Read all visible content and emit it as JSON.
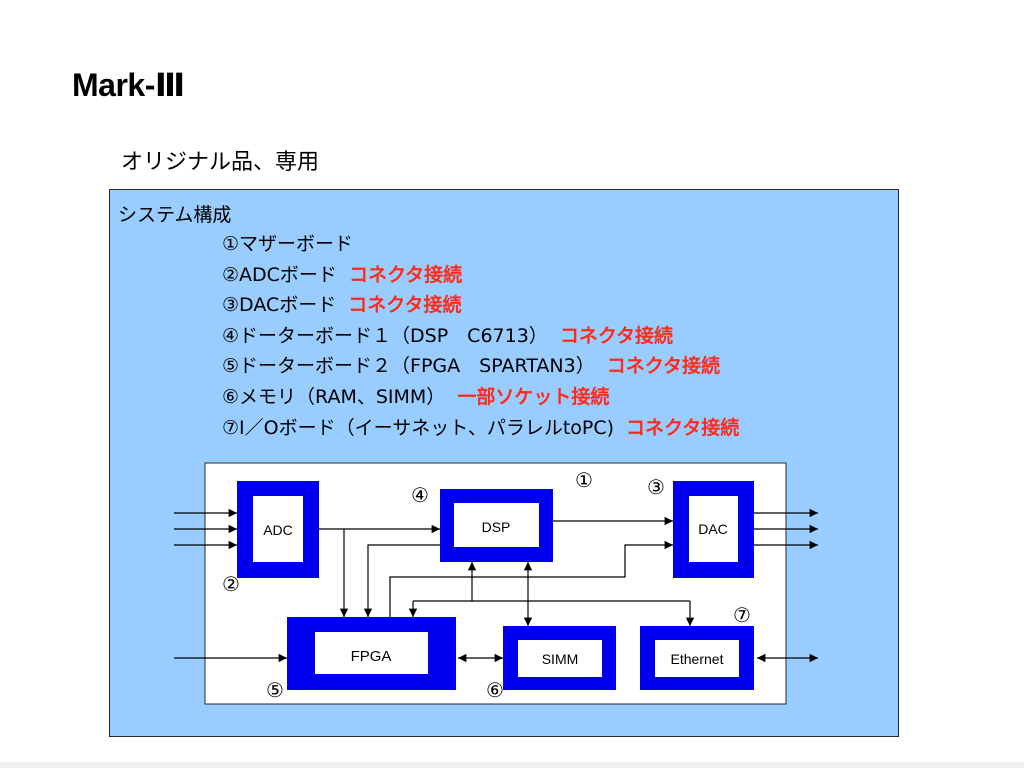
{
  "title": "Mark-Ⅲ",
  "subtitle": "オリジナル品、専用",
  "panel": {
    "heading": "システム構成",
    "items": [
      {
        "text": "①マザーボード",
        "note": ""
      },
      {
        "text": "②ADCボード",
        "note": "コネクタ接続"
      },
      {
        "text": "③DACボード",
        "note": "コネクタ接続"
      },
      {
        "text": "④ドーターボード１（DSP　C6713）",
        "note": "コネクタ接続"
      },
      {
        "text": "⑤ドーターボード２（FPGA　SPARTAN3）",
        "note": "コネクタ接続"
      },
      {
        "text": "⑥メモリ（RAM、SIMM）",
        "note": "一部ソケット接続"
      },
      {
        "text": "⑦I／Oボード（イーサネット、パラレルtoPC)",
        "note": "コネクタ接続"
      }
    ]
  },
  "diagram": {
    "blocks": {
      "adc": "ADC",
      "dsp": "DSP",
      "dac": "DAC",
      "fpga": "FPGA",
      "simm": "SIMM",
      "ethernet": "Ethernet"
    },
    "markers": {
      "motherboard": "①",
      "adc": "②",
      "dac": "③",
      "dsp": "④",
      "fpga": "⑤",
      "simm": "⑥",
      "ethernet": "⑦"
    },
    "colors": {
      "block_frame": "#0000ee",
      "block_inner": "#ffffff",
      "note_text": "#ff2a1a",
      "panel": "#99ccff"
    }
  }
}
